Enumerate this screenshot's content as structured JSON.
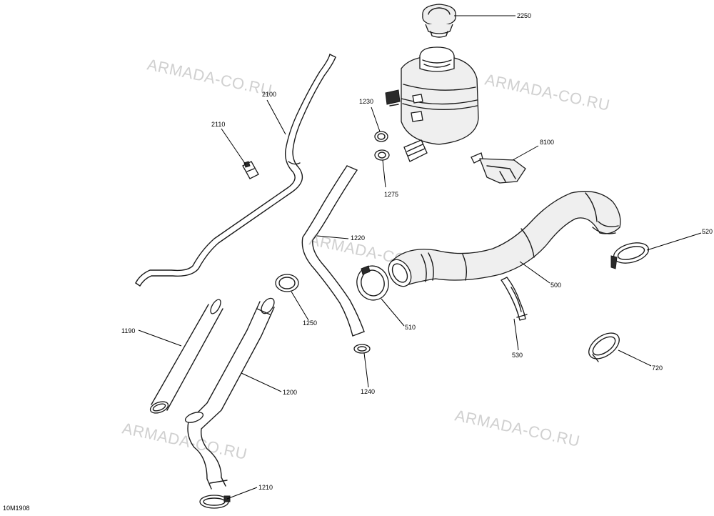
{
  "figure_id": "10M1908",
  "watermarks": [
    "ARMADA-CO.RU",
    "ARMADA-CO.RU",
    "ARMADA-CO.RU",
    "ARMADA-CO.RU",
    "ARMADA-CO.RU"
  ],
  "callouts": {
    "p2250": "2250",
    "p2100": "2100",
    "p2110": "2110",
    "p1230": "1230",
    "p1275": "1275",
    "p8100": "8100",
    "p520": "520",
    "p1220": "1220",
    "p500": "500",
    "p510": "510",
    "p530": "530",
    "p1250": "1250",
    "p1190": "1190",
    "p720": "720",
    "p1200": "1200",
    "p1240": "1240",
    "p1210": "1210"
  }
}
